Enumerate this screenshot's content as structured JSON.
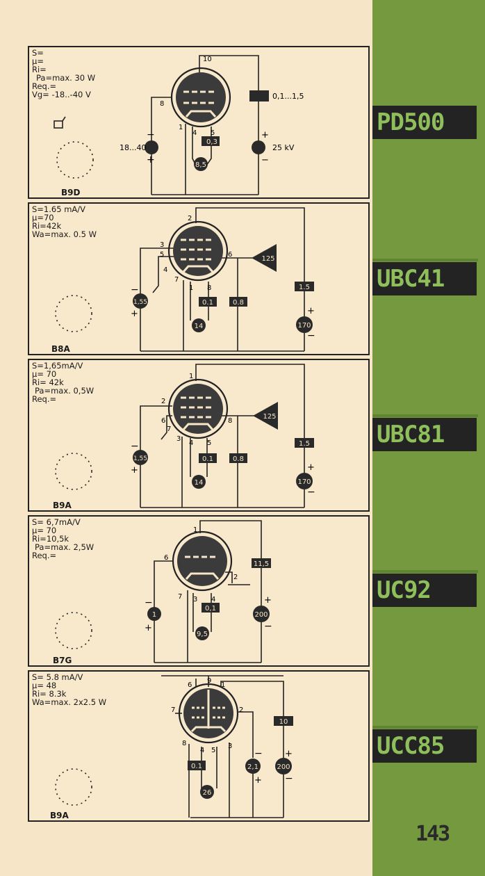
{
  "page_number": "143",
  "tubes": [
    {
      "name": "PD500",
      "specs": [
        "S=",
        "μ=",
        "Ri=",
        "Pa=max. 30 W",
        "Req.=",
        "Vg= -18..-40 V"
      ],
      "base": "B9D",
      "values": {
        "bias": "18...40",
        "heater": "0,3",
        "fil": "8,5",
        "cap": "0,1...1,5",
        "hv": "25 kV"
      },
      "pins": [
        "10",
        "8",
        "1",
        "4",
        "5"
      ]
    },
    {
      "name": "UBC41",
      "specs": [
        "S=1.65 mA/V",
        "μ=70",
        "Ri=42k",
        "Wa=max. 0.5 W"
      ],
      "base": "B8A",
      "values": {
        "bias": "1,55",
        "heater": "0.1",
        "diode": "0.8",
        "fil": "14",
        "amp": "125",
        "r": "1.5",
        "hv": "170"
      },
      "pins": [
        "2",
        "3",
        "5",
        "4",
        "7",
        "1",
        "8",
        "6"
      ]
    },
    {
      "name": "UBC81",
      "specs": [
        "S=1,65mA/V",
        "μ= 70",
        "Ri= 42k",
        "Pa=max. 0,5W",
        "Req.="
      ],
      "base": "B9A",
      "values": {
        "bias": "1,55",
        "heater": "0.1",
        "diode": "0.8",
        "fil": "14",
        "amp": "125",
        "r": "1.5",
        "hv": "170"
      },
      "pins": [
        "1",
        "2",
        "6",
        "7",
        "3",
        "4",
        "5",
        "8"
      ]
    },
    {
      "name": "UC92",
      "specs": [
        "S= 6,7mA/V",
        "μ= 70",
        "Ri=10,5k",
        "Pa=max. 2,5W",
        "Req.="
      ],
      "base": "B7G",
      "values": {
        "bias": "1",
        "heater": "0,1",
        "fil": "9,5",
        "r": "11,5",
        "hv": "200"
      },
      "pins": [
        "1",
        "6",
        "7",
        "3",
        "4",
        "2"
      ]
    },
    {
      "name": "UCC85",
      "specs": [
        "S= 5.8 mA/V",
        "μ= 48",
        "Ri= 8.3k",
        "Wa=max. 2x2.5 W"
      ],
      "base": "B9A",
      "values": {
        "bias": "2,1",
        "heater": "0.1",
        "fil": "26",
        "r": "10",
        "hv": "200"
      },
      "pins": [
        "6",
        "9",
        "1",
        "7",
        "2",
        "8",
        "4",
        "5",
        "3"
      ]
    }
  ]
}
